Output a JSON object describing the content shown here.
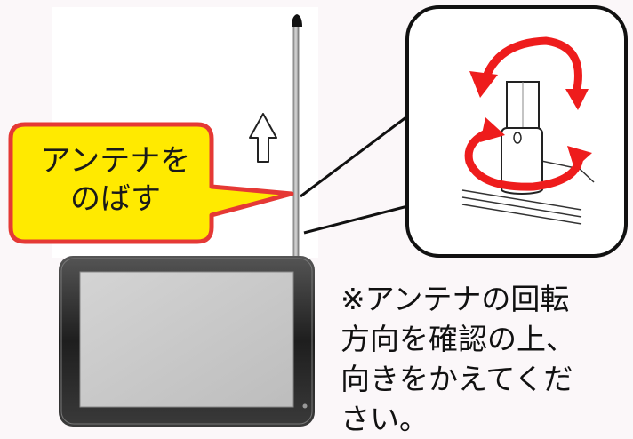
{
  "callout": {
    "line1": "アンテナを",
    "line2": "のばす"
  },
  "note": {
    "line1": "※アンテナの回転",
    "line2": "方向を確認の上、",
    "line3": "向きをかえてくだ",
    "line4": "さい。"
  },
  "colors": {
    "callout_fill": "#ffea00",
    "callout_border": "#e53935",
    "rotation_arrows": "#ee1c1c",
    "tv_frame": "#2a2a2a",
    "tv_screen": "#c8c8c8"
  },
  "icons": {
    "extend": "up-arrow-icon",
    "rotate": "rotation-arrows-icon"
  }
}
